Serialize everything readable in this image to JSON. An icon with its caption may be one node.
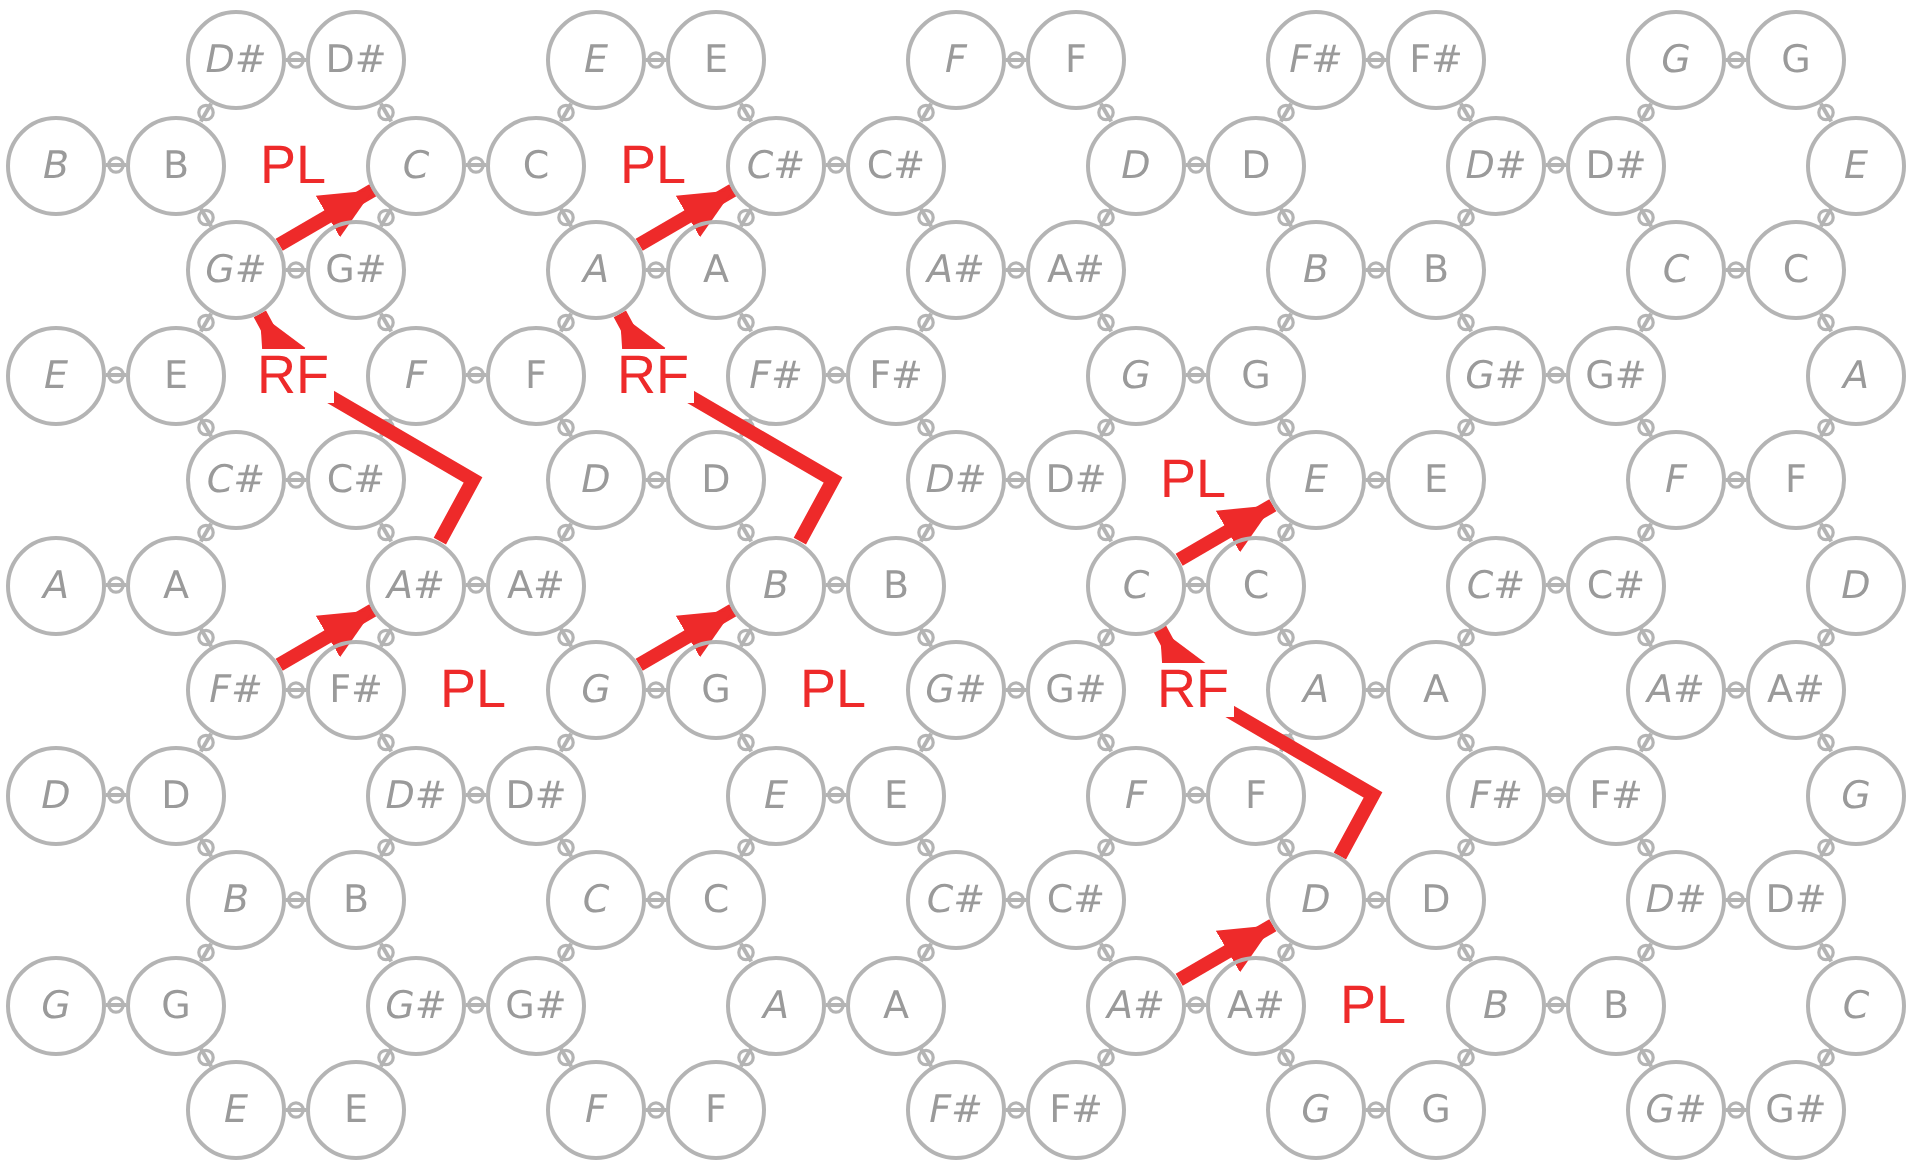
{
  "diagram": {
    "nodes": [
      {
        "text": [
          "D#"
        ]
      },
      {
        "text": [
          "D#"
        ]
      },
      {
        "text": [
          "E"
        ]
      },
      {
        "text": [
          "E"
        ]
      },
      {
        "text": [
          "F"
        ]
      },
      {
        "text": [
          "F"
        ]
      },
      {
        "text": [
          "F#"
        ]
      },
      {
        "text": [
          "F#"
        ]
      },
      {
        "text": [
          "G"
        ]
      },
      {
        "text": [
          "G"
        ]
      },
      {
        "text": [
          "B"
        ]
      },
      {
        "text": [
          "B"
        ]
      },
      {
        "text": [
          "C"
        ]
      },
      {
        "text": [
          "C"
        ]
      },
      {
        "text": [
          "C#"
        ]
      },
      {
        "text": [
          "C#"
        ]
      },
      {
        "text": [
          "D"
        ]
      },
      {
        "text": [
          "D"
        ]
      },
      {
        "text": [
          "D#"
        ]
      },
      {
        "text": [
          "D#"
        ]
      },
      {
        "text": [
          "E"
        ]
      },
      {
        "text": [
          "G#"
        ]
      },
      {
        "text": [
          "G#"
        ]
      },
      {
        "text": [
          "A"
        ]
      },
      {
        "text": [
          "A"
        ]
      },
      {
        "text": [
          "A#"
        ]
      },
      {
        "text": [
          "A#"
        ]
      },
      {
        "text": [
          "B"
        ]
      },
      {
        "text": [
          "B"
        ]
      },
      {
        "text": [
          "C"
        ]
      },
      {
        "text": [
          "C"
        ]
      },
      {
        "text": [
          "E"
        ]
      },
      {
        "text": [
          "E"
        ]
      },
      {
        "text": [
          "F"
        ]
      },
      {
        "text": [
          "F"
        ]
      },
      {
        "text": [
          "F#"
        ]
      },
      {
        "text": [
          "F#"
        ]
      },
      {
        "text": [
          "G"
        ]
      },
      {
        "text": [
          "G"
        ]
      },
      {
        "text": [
          "G#"
        ]
      },
      {
        "text": [
          "G#"
        ]
      },
      {
        "text": [
          "A"
        ]
      },
      {
        "text": [
          "C#"
        ]
      },
      {
        "text": [
          "C#"
        ]
      },
      {
        "text": [
          "D"
        ]
      },
      {
        "text": [
          "D"
        ]
      },
      {
        "text": [
          "D#"
        ]
      },
      {
        "text": [
          "D#"
        ]
      },
      {
        "text": [
          "E"
        ]
      },
      {
        "text": [
          "E"
        ]
      },
      {
        "text": [
          "F"
        ]
      },
      {
        "text": [
          "F"
        ]
      },
      {
        "text": [
          "A"
        ]
      },
      {
        "text": [
          "A"
        ]
      },
      {
        "text": [
          "A#"
        ]
      },
      {
        "text": [
          "A#"
        ]
      },
      {
        "text": [
          "B"
        ]
      },
      {
        "text": [
          "B"
        ]
      },
      {
        "text": [
          "C"
        ]
      },
      {
        "text": [
          "C"
        ]
      },
      {
        "text": [
          "C#"
        ]
      },
      {
        "text": [
          "C#"
        ]
      },
      {
        "text": [
          "D"
        ]
      },
      {
        "text": [
          "F#"
        ]
      },
      {
        "text": [
          "F#"
        ]
      },
      {
        "text": [
          "G"
        ]
      },
      {
        "text": [
          "G"
        ]
      },
      {
        "text": [
          "G#"
        ]
      },
      {
        "text": [
          "G#"
        ]
      },
      {
        "text": [
          "A"
        ]
      },
      {
        "text": [
          "A"
        ]
      },
      {
        "text": [
          "A#"
        ]
      },
      {
        "text": [
          "A#"
        ]
      },
      {
        "text": [
          "D"
        ]
      },
      {
        "text": [
          "D"
        ]
      },
      {
        "text": [
          "D#"
        ]
      },
      {
        "text": [
          "D#"
        ]
      },
      {
        "text": [
          "E"
        ]
      },
      {
        "text": [
          "E"
        ]
      },
      {
        "text": [
          "F"
        ]
      },
      {
        "text": [
          "F"
        ]
      },
      {
        "text": [
          "F#"
        ]
      },
      {
        "text": [
          "F#"
        ]
      },
      {
        "text": [
          "G"
        ]
      },
      {
        "text": [
          "B"
        ]
      },
      {
        "text": [
          "B"
        ]
      },
      {
        "text": [
          "C"
        ]
      },
      {
        "text": [
          "C"
        ]
      },
      {
        "text": [
          "C#"
        ]
      },
      {
        "text": [
          "C#"
        ]
      },
      {
        "text": [
          "D"
        ]
      },
      {
        "text": [
          "D"
        ]
      },
      {
        "text": [
          "D#"
        ]
      },
      {
        "text": [
          "D#"
        ]
      },
      {
        "text": [
          "G"
        ]
      },
      {
        "text": [
          "G"
        ]
      },
      {
        "text": [
          "G#"
        ]
      },
      {
        "text": [
          "G#"
        ]
      },
      {
        "text": [
          "A"
        ]
      },
      {
        "text": [
          "A"
        ]
      },
      {
        "text": [
          "A#"
        ]
      },
      {
        "text": [
          "A#"
        ]
      },
      {
        "text": [
          "B"
        ]
      },
      {
        "text": [
          "B"
        ]
      },
      {
        "text": [
          "C"
        ]
      },
      {
        "text": [
          "E"
        ]
      },
      {
        "text": [
          "E"
        ]
      },
      {
        "text": [
          "F"
        ]
      },
      {
        "text": [
          "F"
        ]
      },
      {
        "text": [
          "F#"
        ]
      },
      {
        "text": [
          "F#"
        ]
      },
      {
        "text": [
          "G"
        ]
      },
      {
        "text": [
          "G"
        ]
      },
      {
        "text": [
          "G#"
        ]
      },
      {
        "text": [
          "G#"
        ]
      }
    ],
    "edges": [
      {
        "from": 0,
        "to": 1,
        "arrow": "other"
      },
      {
        "from": 2,
        "to": 3,
        "arrow": "other"
      },
      {
        "from": 4,
        "to": 5,
        "arrow": "other"
      },
      {
        "from": 6,
        "to": 7,
        "arrow": "other"
      },
      {
        "from": 8,
        "to": 9,
        "arrow": "other"
      },
      {
        "from": 0,
        "to": 11,
        "arrow": "other"
      },
      {
        "from": 1,
        "to": 12,
        "arrow": "other"
      },
      {
        "from": 2,
        "to": 13,
        "arrow": "other"
      },
      {
        "from": 3,
        "to": 14,
        "arrow": "other"
      },
      {
        "from": 4,
        "to": 15,
        "arrow": "other"
      },
      {
        "from": 5,
        "to": 16,
        "arrow": "other"
      },
      {
        "from": 6,
        "to": 17,
        "arrow": "other"
      },
      {
        "from": 7,
        "to": 18,
        "arrow": "other"
      },
      {
        "from": 8,
        "to": 19,
        "arrow": "other"
      },
      {
        "from": 9,
        "to": 20,
        "arrow": "other"
      },
      {
        "from": 10,
        "to": 11,
        "arrow": "other"
      },
      {
        "from": 12,
        "to": 13,
        "arrow": "other"
      },
      {
        "from": 14,
        "to": 15,
        "arrow": "other"
      },
      {
        "from": 16,
        "to": 17,
        "arrow": "other"
      },
      {
        "from": 18,
        "to": 19,
        "arrow": "other"
      },
      {
        "from": 11,
        "to": 21,
        "arrow": "other"
      },
      {
        "from": 12,
        "to": 22,
        "arrow": "other"
      },
      {
        "from": 13,
        "to": 23,
        "arrow": "other"
      },
      {
        "from": 14,
        "to": 24,
        "arrow": "other"
      },
      {
        "from": 15,
        "to": 25,
        "arrow": "other"
      },
      {
        "from": 16,
        "to": 26,
        "arrow": "other"
      },
      {
        "from": 17,
        "to": 27,
        "arrow": "other"
      },
      {
        "from": 18,
        "to": 28,
        "arrow": "other"
      },
      {
        "from": 19,
        "to": 29,
        "arrow": "other"
      },
      {
        "from": 20,
        "to": 30,
        "arrow": "other"
      },
      {
        "from": 21,
        "to": 22,
        "arrow": "other"
      },
      {
        "from": 23,
        "to": 24,
        "arrow": "other"
      },
      {
        "from": 25,
        "to": 26,
        "arrow": "other"
      },
      {
        "from": 27,
        "to": 28,
        "arrow": "other"
      },
      {
        "from": 29,
        "to": 30,
        "arrow": "other"
      },
      {
        "from": 21,
        "to": 32,
        "arrow": "other"
      },
      {
        "from": 22,
        "to": 33,
        "arrow": "other"
      },
      {
        "from": 23,
        "to": 34,
        "arrow": "other"
      },
      {
        "from": 24,
        "to": 35,
        "arrow": "other"
      },
      {
        "from": 25,
        "to": 36,
        "arrow": "other"
      },
      {
        "from": 26,
        "to": 37,
        "arrow": "other"
      },
      {
        "from": 27,
        "to": 38,
        "arrow": "other"
      },
      {
        "from": 28,
        "to": 39,
        "arrow": "other"
      },
      {
        "from": 29,
        "to": 40,
        "arrow": "other"
      },
      {
        "from": 30,
        "to": 41,
        "arrow": "other"
      },
      {
        "from": 31,
        "to": 32,
        "arrow": "other"
      },
      {
        "from": 33,
        "to": 34,
        "arrow": "other"
      },
      {
        "from": 35,
        "to": 36,
        "arrow": "other"
      },
      {
        "from": 37,
        "to": 38,
        "arrow": "other"
      },
      {
        "from": 39,
        "to": 40,
        "arrow": "other"
      },
      {
        "from": 32,
        "to": 42,
        "arrow": "other"
      },
      {
        "from": 33,
        "to": 43,
        "arrow": "other"
      },
      {
        "from": 34,
        "to": 44,
        "arrow": "other"
      },
      {
        "from": 35,
        "to": 45,
        "arrow": "other"
      },
      {
        "from": 36,
        "to": 46,
        "arrow": "other"
      },
      {
        "from": 37,
        "to": 47,
        "arrow": "other"
      },
      {
        "from": 38,
        "to": 48,
        "arrow": "other"
      },
      {
        "from": 39,
        "to": 49,
        "arrow": "other"
      },
      {
        "from": 40,
        "to": 50,
        "arrow": "other"
      },
      {
        "from": 41,
        "to": 51,
        "arrow": "other"
      },
      {
        "from": 42,
        "to": 43,
        "arrow": "other"
      },
      {
        "from": 44,
        "to": 45,
        "arrow": "other"
      },
      {
        "from": 46,
        "to": 47,
        "arrow": "other"
      },
      {
        "from": 48,
        "to": 49,
        "arrow": "other"
      },
      {
        "from": 50,
        "to": 51,
        "arrow": "other"
      },
      {
        "from": 42,
        "to": 53,
        "arrow": "other"
      },
      {
        "from": 43,
        "to": 54,
        "arrow": "other"
      },
      {
        "from": 44,
        "to": 55,
        "arrow": "other"
      },
      {
        "from": 45,
        "to": 56,
        "arrow": "other"
      },
      {
        "from": 46,
        "to": 57,
        "arrow": "other"
      },
      {
        "from": 47,
        "to": 58,
        "arrow": "other"
      },
      {
        "from": 48,
        "to": 59,
        "arrow": "other"
      },
      {
        "from": 49,
        "to": 60,
        "arrow": "other"
      },
      {
        "from": 50,
        "to": 61,
        "arrow": "other"
      },
      {
        "from": 51,
        "to": 62,
        "arrow": "other"
      },
      {
        "from": 52,
        "to": 53,
        "arrow": "other"
      },
      {
        "from": 54,
        "to": 55,
        "arrow": "other"
      },
      {
        "from": 56,
        "to": 57,
        "arrow": "other"
      },
      {
        "from": 58,
        "to": 59,
        "arrow": "other"
      },
      {
        "from": 60,
        "to": 61,
        "arrow": "other"
      },
      {
        "from": 53,
        "to": 63,
        "arrow": "other"
      },
      {
        "from": 54,
        "to": 64,
        "arrow": "other"
      },
      {
        "from": 55,
        "to": 65,
        "arrow": "other"
      },
      {
        "from": 56,
        "to": 66,
        "arrow": "other"
      },
      {
        "from": 57,
        "to": 67,
        "arrow": "other"
      },
      {
        "from": 58,
        "to": 68,
        "arrow": "other"
      },
      {
        "from": 59,
        "to": 69,
        "arrow": "other"
      },
      {
        "from": 60,
        "to": 70,
        "arrow": "other"
      },
      {
        "from": 61,
        "to": 71,
        "arrow": "other"
      },
      {
        "from": 62,
        "to": 72,
        "arrow": "other"
      },
      {
        "from": 63,
        "to": 64,
        "arrow": "other"
      },
      {
        "from": 65,
        "to": 66,
        "arrow": "other"
      },
      {
        "from": 67,
        "to": 68,
        "arrow": "other"
      },
      {
        "from": 69,
        "to": 70,
        "arrow": "other"
      },
      {
        "from": 71,
        "to": 72,
        "arrow": "other"
      },
      {
        "from": 63,
        "to": 74,
        "arrow": "other"
      },
      {
        "from": 64,
        "to": 75,
        "arrow": "other"
      },
      {
        "from": 65,
        "to": 76,
        "arrow": "other"
      },
      {
        "from": 66,
        "to": 77,
        "arrow": "other"
      },
      {
        "from": 67,
        "to": 78,
        "arrow": "other"
      },
      {
        "from": 68,
        "to": 79,
        "arrow": "other"
      },
      {
        "from": 69,
        "to": 80,
        "arrow": "other"
      },
      {
        "from": 70,
        "to": 81,
        "arrow": "other"
      },
      {
        "from": 71,
        "to": 82,
        "arrow": "other"
      },
      {
        "from": 72,
        "to": 83,
        "arrow": "other"
      },
      {
        "from": 73,
        "to": 74,
        "arrow": "other"
      },
      {
        "from": 75,
        "to": 76,
        "arrow": "other"
      },
      {
        "from": 77,
        "to": 78,
        "arrow": "other"
      },
      {
        "from": 79,
        "to": 80,
        "arrow": "other"
      },
      {
        "from": 81,
        "to": 82,
        "arrow": "other"
      },
      {
        "from": 74,
        "to": 84,
        "arrow": "other"
      },
      {
        "from": 75,
        "to": 85,
        "arrow": "other"
      },
      {
        "from": 76,
        "to": 86,
        "arrow": "other"
      },
      {
        "from": 77,
        "to": 87,
        "arrow": "other"
      },
      {
        "from": 78,
        "to": 88,
        "arrow": "other"
      },
      {
        "from": 79,
        "to": 89,
        "arrow": "other"
      },
      {
        "from": 80,
        "to": 90,
        "arrow": "other"
      },
      {
        "from": 81,
        "to": 91,
        "arrow": "other"
      },
      {
        "from": 82,
        "to": 92,
        "arrow": "other"
      },
      {
        "from": 83,
        "to": 93,
        "arrow": "other"
      },
      {
        "from": 84,
        "to": 85,
        "arrow": "other"
      },
      {
        "from": 86,
        "to": 87,
        "arrow": "other"
      },
      {
        "from": 88,
        "to": 89,
        "arrow": "other"
      },
      {
        "from": 90,
        "to": 91,
        "arrow": "other"
      },
      {
        "from": 92,
        "to": 93,
        "arrow": "other"
      },
      {
        "from": 84,
        "to": 95,
        "arrow": "other"
      },
      {
        "from": 85,
        "to": 96,
        "arrow": "other"
      },
      {
        "from": 86,
        "to": 97,
        "arrow": "other"
      },
      {
        "from": 87,
        "to": 98,
        "arrow": "other"
      },
      {
        "from": 88,
        "to": 99,
        "arrow": "other"
      },
      {
        "from": 89,
        "to": 100,
        "arrow": "other"
      },
      {
        "from": 90,
        "to": 101,
        "arrow": "other"
      },
      {
        "from": 91,
        "to": 102,
        "arrow": "other"
      },
      {
        "from": 92,
        "to": 103,
        "arrow": "other"
      },
      {
        "from": 93,
        "to": 104,
        "arrow": "other"
      },
      {
        "from": 94,
        "to": 95,
        "arrow": "other"
      },
      {
        "from": 96,
        "to": 97,
        "arrow": "other"
      },
      {
        "from": 98,
        "to": 99,
        "arrow": "other"
      },
      {
        "from": 100,
        "to": 101,
        "arrow": "other"
      },
      {
        "from": 102,
        "to": 103,
        "arrow": "other"
      },
      {
        "from": 95,
        "to": 105,
        "arrow": "other"
      },
      {
        "from": 96,
        "to": 106,
        "arrow": "other"
      },
      {
        "from": 97,
        "to": 107,
        "arrow": "other"
      },
      {
        "from": 98,
        "to": 108,
        "arrow": "other"
      },
      {
        "from": 99,
        "to": 109,
        "arrow": "other"
      },
      {
        "from": 100,
        "to": 110,
        "arrow": "other"
      },
      {
        "from": 101,
        "to": 111,
        "arrow": "other"
      },
      {
        "from": 102,
        "to": 112,
        "arrow": "other"
      },
      {
        "from": 103,
        "to": 113,
        "arrow": "other"
      },
      {
        "from": 104,
        "to": 114,
        "arrow": "other"
      },
      {
        "from": 105,
        "to": 106,
        "arrow": "other"
      },
      {
        "from": 107,
        "to": 108,
        "arrow": "other"
      },
      {
        "from": 109,
        "to": 110,
        "arrow": "other"
      },
      {
        "from": 111,
        "to": 112,
        "arrow": "other"
      },
      {
        "from": 113,
        "to": 114,
        "arrow": "other"
      },
      {
        "from": 21,
        "to": 12,
        "arrow": "to",
        "label": "PL",
        "style": "thick",
        "color": "#ee2a2a"
      },
      {
        "from": 54,
        "to": 21,
        "arrow": "to",
        "label": "RF",
        "style": "thick",
        "color": "#ee2a2a"
      },
      {
        "from": 63,
        "to": 54,
        "arrow": "to",
        "label": "PL",
        "style": "thick",
        "color": "#ee2a2a"
      },
      {
        "from": 23,
        "to": 14,
        "arrow": "to",
        "label": "PL",
        "style": "thick",
        "color": "#ee2a2a"
      },
      {
        "from": 56,
        "to": 23,
        "arrow": "to",
        "label": "RF",
        "style": "thick",
        "color": "#ee2a2a"
      },
      {
        "from": 65,
        "to": 56,
        "arrow": "to",
        "label": "PL",
        "style": "thick",
        "color": "#ee2a2a"
      },
      {
        "from": 58,
        "to": 48,
        "arrow": "to",
        "label": "PL",
        "style": "thick",
        "color": "#ee2a2a"
      },
      {
        "from": 90,
        "to": 58,
        "arrow": "to",
        "label": "RF",
        "style": "thick",
        "color": "#ee2a2a"
      },
      {
        "from": 100,
        "to": 90,
        "arrow": "to",
        "label": "PL",
        "style": "thick",
        "color": "#ee2a2a"
      }
    ]
  }
}
